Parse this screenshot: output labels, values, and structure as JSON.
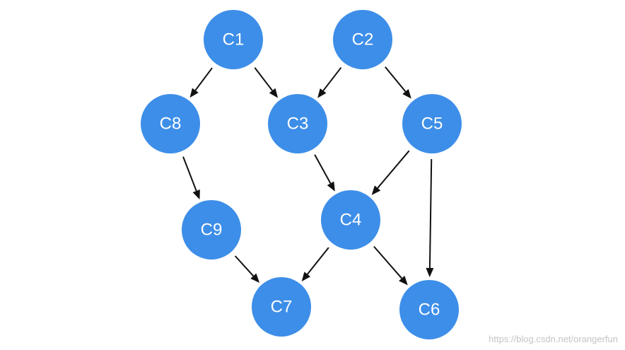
{
  "diagram": {
    "node_color": "#3d8ee8",
    "label_color": "#ffffff",
    "edge_color": "#111111",
    "nodes": [
      {
        "id": "C1",
        "label": "C1"
      },
      {
        "id": "C2",
        "label": "C2"
      },
      {
        "id": "C8",
        "label": "C8"
      },
      {
        "id": "C3",
        "label": "C3"
      },
      {
        "id": "C5",
        "label": "C5"
      },
      {
        "id": "C9",
        "label": "C9"
      },
      {
        "id": "C4",
        "label": "C4"
      },
      {
        "id": "C7",
        "label": "C7"
      },
      {
        "id": "C6",
        "label": "C6"
      }
    ],
    "edges": [
      {
        "from": "C1",
        "to": "C8"
      },
      {
        "from": "C1",
        "to": "C3"
      },
      {
        "from": "C2",
        "to": "C3"
      },
      {
        "from": "C2",
        "to": "C5"
      },
      {
        "from": "C8",
        "to": "C9"
      },
      {
        "from": "C3",
        "to": "C4"
      },
      {
        "from": "C5",
        "to": "C4"
      },
      {
        "from": "C5",
        "to": "C6"
      },
      {
        "from": "C9",
        "to": "C7"
      },
      {
        "from": "C4",
        "to": "C7"
      },
      {
        "from": "C4",
        "to": "C6"
      }
    ]
  },
  "watermark": {
    "text": "https://blog.csdn.net/orangerfun"
  }
}
